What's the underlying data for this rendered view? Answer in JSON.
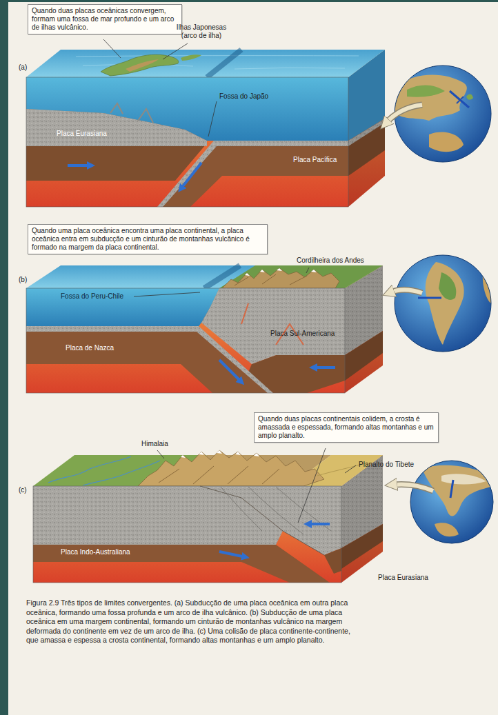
{
  "diagram": {
    "caption": "Figura 2.9 Três tipos de limites convergentes. (a) Subducção de uma placa oceânica em outra placa oceânica, formando uma fossa profunda e um arco de ilha vulcânico. (b) Subducção de uma placa oceânica em uma margem continental, formando um cinturão de montanhas vulcânico na margem deformada do continente em vez de um arco de ilha. (c) Uma colisão de placa continente-continente, que amassa e espessa a crosta continental, formando altas montanhas e um amplo planalto.",
    "nodes": [
      {
        "text": [
          "Quando duas placas oceânicas convergem, formam uma fossa de mar profundo e um arco de ilhas vulcânico."
        ]
      },
      {
        "text": [
          "Quando uma placa oceânica encontra uma placa continental, a placa oceânica entra em subducção e um cinturão de montanhas vulcânico é formado na margem da placa continental."
        ]
      },
      {
        "text": [
          "Quando duas placas continentais colidem, a crosta é amassada e espessada, formando altas montanhas e um amplo planalto."
        ]
      }
    ],
    "labels": [
      "Ilhas Japonesas (arco de ilha)",
      "(a)",
      "Fossa do Japão",
      "Placa Eurasiana",
      "Placa Pacífica",
      "Cordilheira dos Andes",
      "(b)",
      "Fossa do Peru-Chile",
      "Placa Sul-Americana",
      "Placa de Nazca",
      "Himalaia",
      "Planalto do Tibete",
      "(c)",
      "Placa Indo-Australiana",
      "Placa Eurasiana"
    ]
  }
}
